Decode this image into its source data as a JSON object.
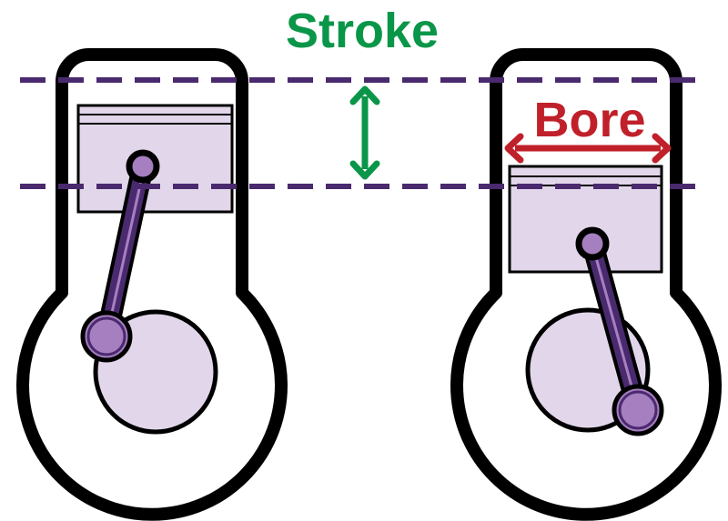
{
  "labels": {
    "stroke": "Stroke",
    "bore": "Bore"
  },
  "colors": {
    "outline": "#000000",
    "piston_fill": "#e2d7ea",
    "rod_fill": "#4a2a6e",
    "pin_fill": "#a67fc0",
    "dashed_line": "#4a2a6e",
    "stroke_accent": "#0a9648",
    "bore_accent": "#c0202a",
    "background": "#ffffff"
  },
  "engines": [
    {
      "name": "engine-top-dead-center",
      "piston_position": "top"
    },
    {
      "name": "engine-bottom-dead-center",
      "piston_position": "bottom"
    }
  ]
}
